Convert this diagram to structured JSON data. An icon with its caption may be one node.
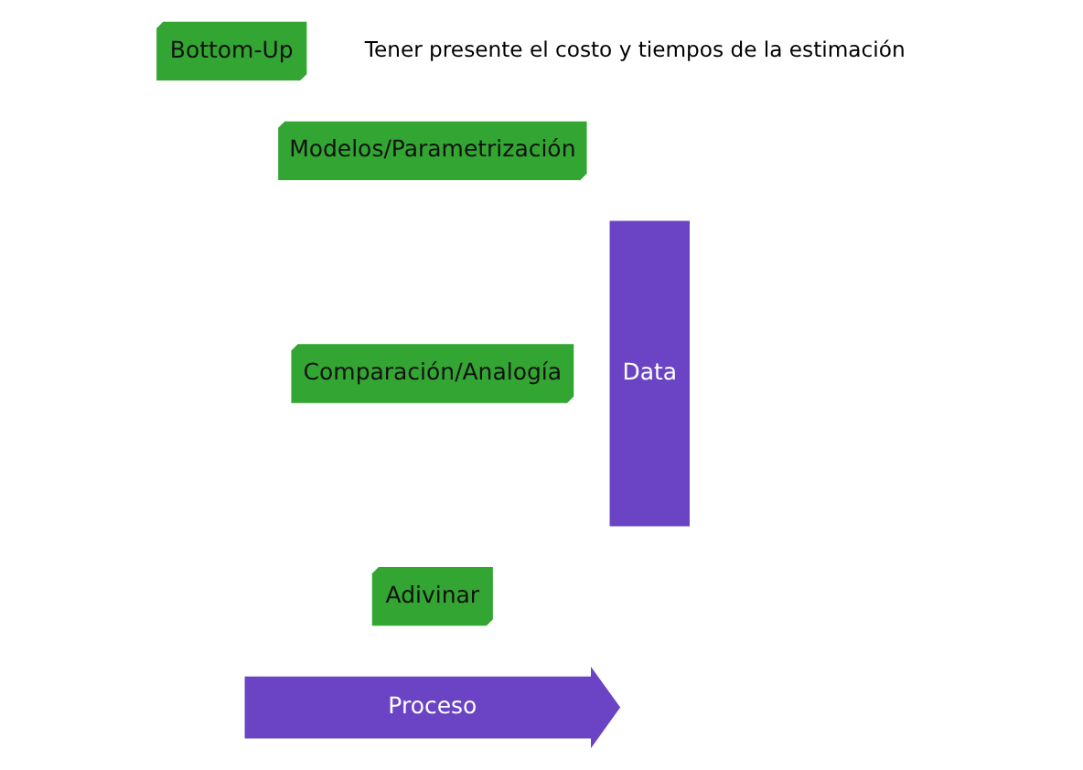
{
  "diagram": {
    "nodes": [
      {
        "text": [
          "Bottom-Up"
        ]
      },
      {
        "text": [
          "Modelos/Parametrización"
        ]
      },
      {
        "text": [
          "Comparación/Analogía"
        ]
      },
      {
        "text": [
          "Adivinar"
        ]
      },
      {
        "text": [
          "Data"
        ]
      },
      {
        "text": [
          "Proceso"
        ]
      }
    ],
    "edges": [],
    "labels": [
      "Tener presente el costo y tiempos de la estimación"
    ]
  }
}
